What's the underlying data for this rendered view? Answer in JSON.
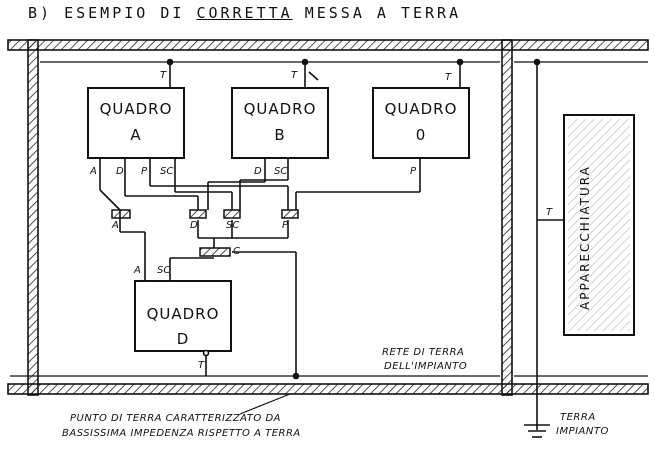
{
  "title": {
    "prefix": "B) ESEMPIO DI ",
    "underlined": "CORRETTA",
    "suffix": " MESSA A TERRA"
  },
  "boards": [
    {
      "name": "QUADRO",
      "letter": "A"
    },
    {
      "name": "QUADRO",
      "letter": "B"
    },
    {
      "name": "QUADRO",
      "letter": "0"
    },
    {
      "name": "QUADRO",
      "letter": "D"
    }
  ],
  "wire_labels": {
    "A": "A",
    "D": "D",
    "P": "P",
    "SC": "SC",
    "T": "T",
    "C": "C"
  },
  "equipment": "APPARECCHIATURA",
  "rete_note": [
    "RETE DI TERRA",
    "DELL'IMPIANTO"
  ],
  "earth_point_note": [
    "PUNTO DI TERRA CARATTERIZZATO DA",
    "BASSISSIMA IMPEDENZA RISPETTO A TERRA"
  ],
  "plant_earth_note": [
    "TERRA",
    "IMPIANTO"
  ]
}
